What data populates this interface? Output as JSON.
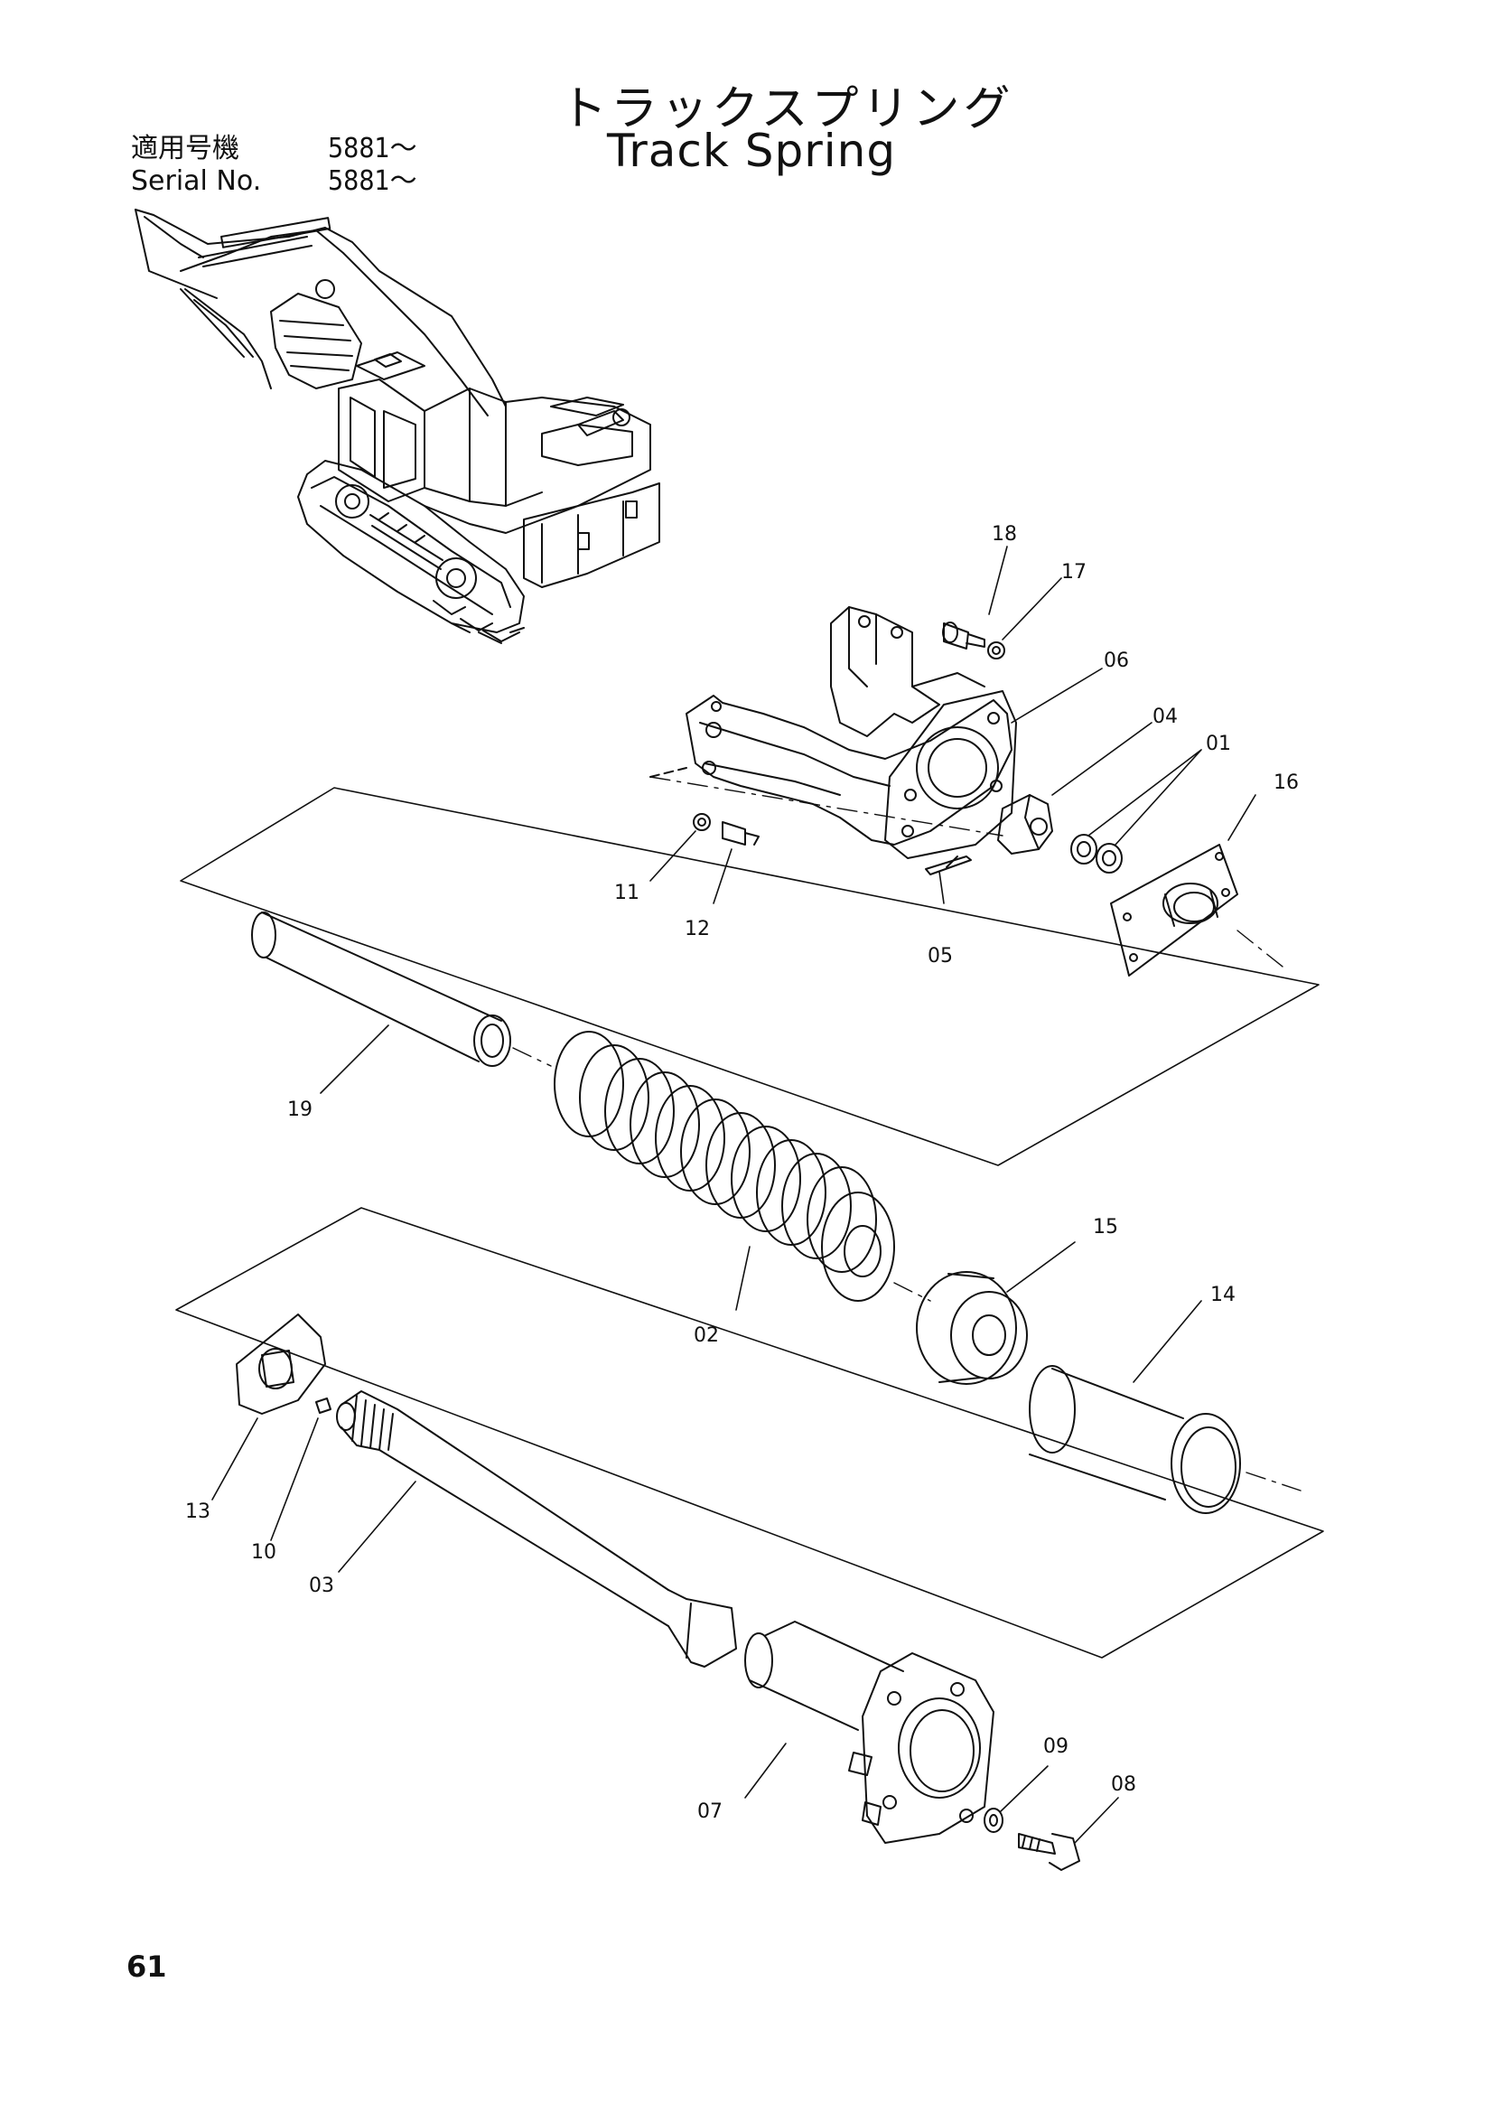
{
  "title": {
    "japanese": "トラックスプリング",
    "english": "Track Spring"
  },
  "serial": {
    "jp_label": "適用号機",
    "jp_value": "5881〜",
    "en_label": "Serial No.",
    "en_value": "5881〜"
  },
  "page_number": "61",
  "callouts": {
    "p01": "01",
    "p02": "02",
    "p03": "03",
    "p04": "04",
    "p05": "05",
    "p06": "06",
    "p07": "07",
    "p08": "08",
    "p09": "09",
    "p10": "10",
    "p11": "11",
    "p12": "12",
    "p13": "13",
    "p14": "14",
    "p15": "15",
    "p16": "16",
    "p17": "17",
    "p18": "18",
    "p19": "19"
  }
}
